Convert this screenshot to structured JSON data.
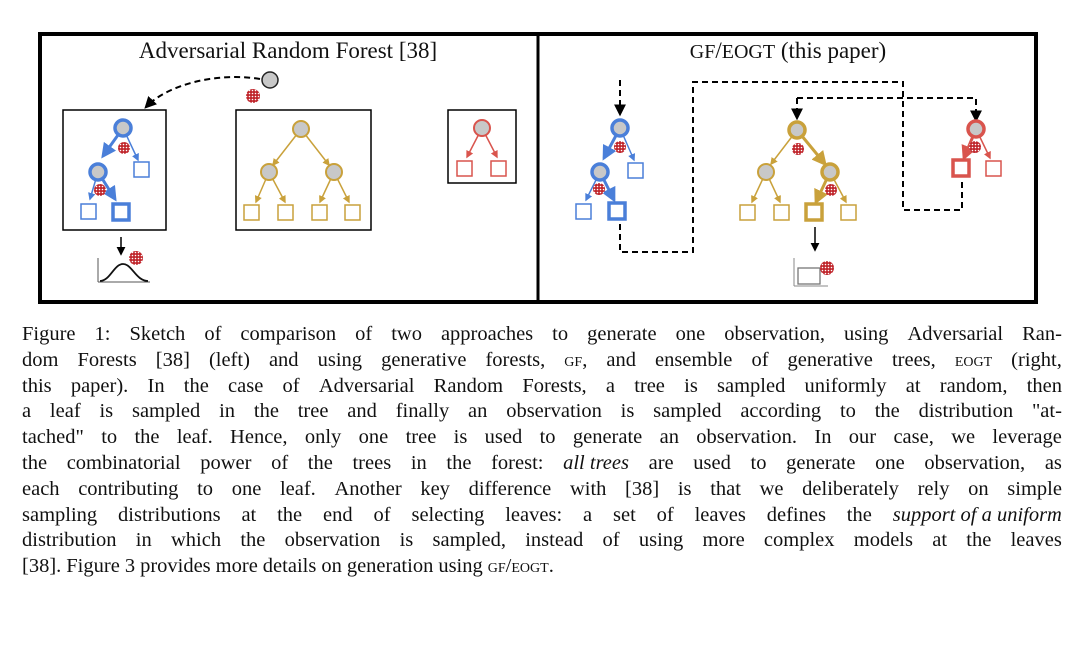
{
  "left_panel": {
    "title": "Adversarial Random Forest [38]"
  },
  "right_panel": {
    "title_gf": "GF",
    "title_sep": "/",
    "title_eogt": "EOGT",
    "title_rest": " (this paper)"
  },
  "colors": {
    "blue": "#4a7fd9",
    "gold": "#c9a13b",
    "red": "#d9544d",
    "node_fill": "#c8c8c8",
    "frame": "#000000"
  },
  "icons": {
    "observation": "red-dotted-sphere-icon",
    "distribution": "bell-curve-icon",
    "uniform": "uniform-box-icon"
  },
  "caption": {
    "lines": [
      [
        "Figure",
        "1:",
        "Sketch",
        "of",
        "comparison",
        "of",
        "two",
        "approaches",
        "to",
        "generate",
        "one",
        "observation,",
        "using",
        "Adversarial",
        "Ran-"
      ],
      [
        "dom",
        "Forests",
        "[38]",
        "(left)",
        "and",
        "using",
        "generative",
        "forests,",
        "§GF,",
        "and",
        "ensemble",
        "of",
        "generative",
        "trees,",
        "§EOGT",
        "(right,"
      ],
      [
        "this",
        "paper).",
        "In",
        "the",
        "case",
        "of",
        "Adversarial",
        "Random",
        "Forests,",
        "a",
        "tree",
        "is",
        "sampled",
        "uniformly",
        "at",
        "random,",
        "then"
      ],
      [
        "a",
        "leaf",
        "is",
        "sampled",
        "in",
        "the",
        "tree",
        "and",
        "finally",
        "an",
        "observation",
        "is",
        "sampled",
        "according",
        "to",
        "the",
        "distribution",
        "\"at-"
      ],
      [
        "tached\"",
        "to",
        "the",
        "leaf.",
        "Hence,",
        "only",
        "one",
        "tree",
        "is",
        "used",
        "to",
        "generate",
        "an",
        "observation.",
        "In",
        "our",
        "case,",
        "we",
        "leverage"
      ],
      [
        "the",
        "combinatorial",
        "power",
        "of",
        "the",
        "trees",
        "in",
        "the",
        "forest:",
        "*all trees",
        "are",
        "used",
        "to",
        "generate",
        "one",
        "observation,",
        "as"
      ],
      [
        "each",
        "contributing",
        "to",
        "one",
        "leaf.",
        "Another",
        "key",
        "difference",
        "with",
        "[38]",
        "is",
        "that",
        "we",
        "deliberately",
        "rely",
        "on",
        "simple"
      ],
      [
        "sampling",
        "distributions",
        "at",
        "the",
        "end",
        "of",
        "selecting",
        "leaves:",
        "a",
        "set",
        "of",
        "leaves",
        "defines",
        "the",
        "*support of a uniform"
      ],
      [
        "distribution",
        "in",
        "which",
        "the",
        "observation",
        "is",
        "sampled,",
        "instead",
        "of",
        "using",
        "more",
        "complex",
        "models",
        "at",
        "the",
        "leaves"
      ],
      [
        "[38].",
        "Figure",
        "3",
        "provides",
        "more",
        "details",
        "on",
        "generation",
        "using",
        "§GF/EOGT."
      ]
    ]
  }
}
